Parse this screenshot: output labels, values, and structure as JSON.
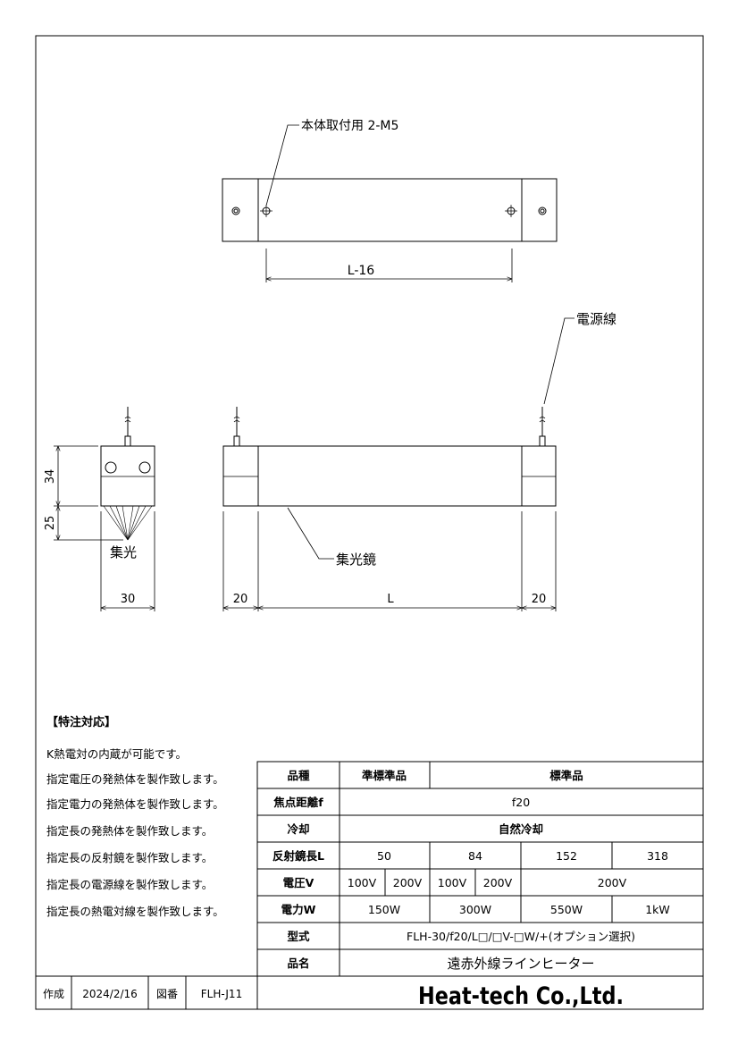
{
  "drawing": {
    "top_view": {
      "mount_label": "本体取付用 2-M5",
      "dim_label": "L-16"
    },
    "side_view": {
      "cable_label": "電源線",
      "reflector_label": "集光鏡",
      "dim_left": "20",
      "dim_middle": "L",
      "dim_right": "20"
    },
    "end_view": {
      "dim_height_body": "34",
      "dim_height_focus": "25",
      "focus_label": "集光",
      "dim_width": "30"
    }
  },
  "notes": {
    "title": "【特注対応】",
    "items": [
      "K熱電対の内蔵が可能です。",
      "指定電圧の発熱体を製作致します。",
      "指定電力の発熱体を製作致します。",
      "指定長の発熱体を製作致します。",
      "指定長の反射鏡を製作致します。",
      "指定長の電源線を製作致します。",
      "指定長の熱電対線を製作致します。"
    ]
  },
  "spec_table": {
    "row_type": {
      "label": "品種",
      "semi": "準標準品",
      "std": "標準品"
    },
    "row_focus": {
      "label": "焦点距離f",
      "value": "f20"
    },
    "row_cooling": {
      "label": "冷却",
      "value": "自然冷却"
    },
    "row_length": {
      "label": "反射鏡長L",
      "values": [
        "50",
        "84",
        "152",
        "318"
      ]
    },
    "row_voltage": {
      "label": "電圧V",
      "values": [
        "100V",
        "200V",
        "100V",
        "200V",
        "200V"
      ]
    },
    "row_power": {
      "label": "電力W",
      "values": [
        "150W",
        "300W",
        "550W",
        "1kW"
      ]
    },
    "row_model": {
      "label": "型式",
      "value": "FLH-30/f20/L□/□V-□W/+(オプション選択)"
    },
    "row_name": {
      "label": "品名",
      "value": "遠赤外線ラインヒーター"
    }
  },
  "title_block": {
    "created_label": "作成",
    "created_date": "2024/2/16",
    "drawing_no_label": "図番",
    "drawing_no": "FLH-J11",
    "company": "Heat-tech Co.,Ltd.",
    "company_color": "#e60000"
  }
}
